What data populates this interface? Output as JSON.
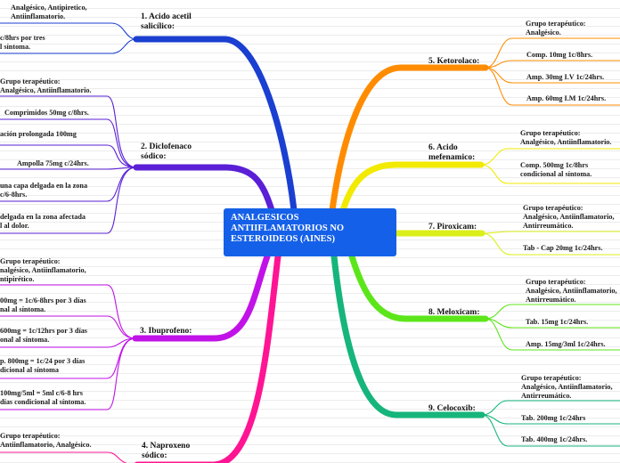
{
  "colors": {
    "root_bg": "#1560e8",
    "acido_acetil": "#1a3fd1",
    "diclofenaco": "#5a1fd6",
    "ibuprofeno": "#c112e8",
    "naproxeno": "#ff1493",
    "ketorolaco": "#ff8c00",
    "mefenamico": "#f2ea00",
    "piroxicam": "#dbef1a",
    "meloxicam": "#5ce61a",
    "celocoxib": "#16b57c"
  },
  "root": {
    "label": "ANALGESICOS\nANTIIFLAMATORIOS NO\nESTEROIDEOS (AINES)"
  },
  "left": {
    "acido_acetil": {
      "label": "1. Acido acetil\nsalicílico:",
      "items": [
        "Analgésico, Antipiretico,\nAntiinflamatorio.",
        "c/8hrs por tres\nl síntoma."
      ]
    },
    "diclofenaco": {
      "label": "2. Diclofenaco\nsódico:",
      "items": [
        "Grupo terapéutico:\nAnalgésico, Antiinflamatorio.",
        "Comprimidos 50mg c/8hrs.",
        "ación prolongada 100mg",
        "Ampolla 75mg c/24hrs.",
        "una capa delgada en la zona\nc/6-8hrs.",
        "delgada en la zona afectada\nl al dolor."
      ]
    },
    "ibuprofeno": {
      "label": "3. Ibuprofeno:",
      "items": [
        "Grupo terapéutico:\nnalgésico, Antiinflamatorio,\nntipirético.",
        "00mg = 1c/6-8hrs por 3 días\nnal al síntoma.",
        "600mg = 1c/12hrs por 3 días\nonal al síntoma.",
        "p. 800mg = 1c/24 por 3 días\ndicional al síntoma",
        "100mg/5ml = 5ml c/6-8 hrs\ndías condicional al síntoma."
      ]
    },
    "naproxeno": {
      "label": "4. Naproxeno\nsódico:",
      "items": [
        "Grupo terapéutico:\nAntiinflamatorio, Analgésico."
      ]
    }
  },
  "right": {
    "ketorolaco": {
      "label": "5. Ketorolaco:",
      "items": [
        "Grupo terapéutico:\nAnalgésico.",
        "Comp. 10mg 1c/8hrs.",
        "Amp. 30mg I.V 1c/24hrs.",
        "Amp. 60mg I.M 1c/24hrs."
      ]
    },
    "mefenamico": {
      "label": "6. Acido\nmefenamico:",
      "items": [
        "Grupo terapéutico:\nAnalgésico, Antiinflamatorio.",
        "Comp. 500mg 1c/8hrs\ncondicional al síntoma."
      ]
    },
    "piroxicam": {
      "label": "7. Piroxicam:",
      "items": [
        "Grupo terapéutico:\nAnalgésico, Antiinflamatorio,\nAntirreumático.",
        "Tab - Cap 20mg 1c/24hrs."
      ]
    },
    "meloxicam": {
      "label": "8. Meloxicam:",
      "items": [
        "Grupo terapéutico:\nAnalgésico, Antiinflamatorio,\nAntirreumático.",
        "Tab. 15mg 1c/24hrs.",
        "Amp. 15mg/3ml 1c/24hrs."
      ]
    },
    "celocoxib": {
      "label": "9. Celocoxib:",
      "items": [
        "Grupo terapéutico:\nAnalgésico, Antiinflamatorio,\nAntirreumático.",
        "Tab. 200mg 1c/24hrs",
        "Tab. 400mg 1c/24hrs."
      ]
    }
  }
}
